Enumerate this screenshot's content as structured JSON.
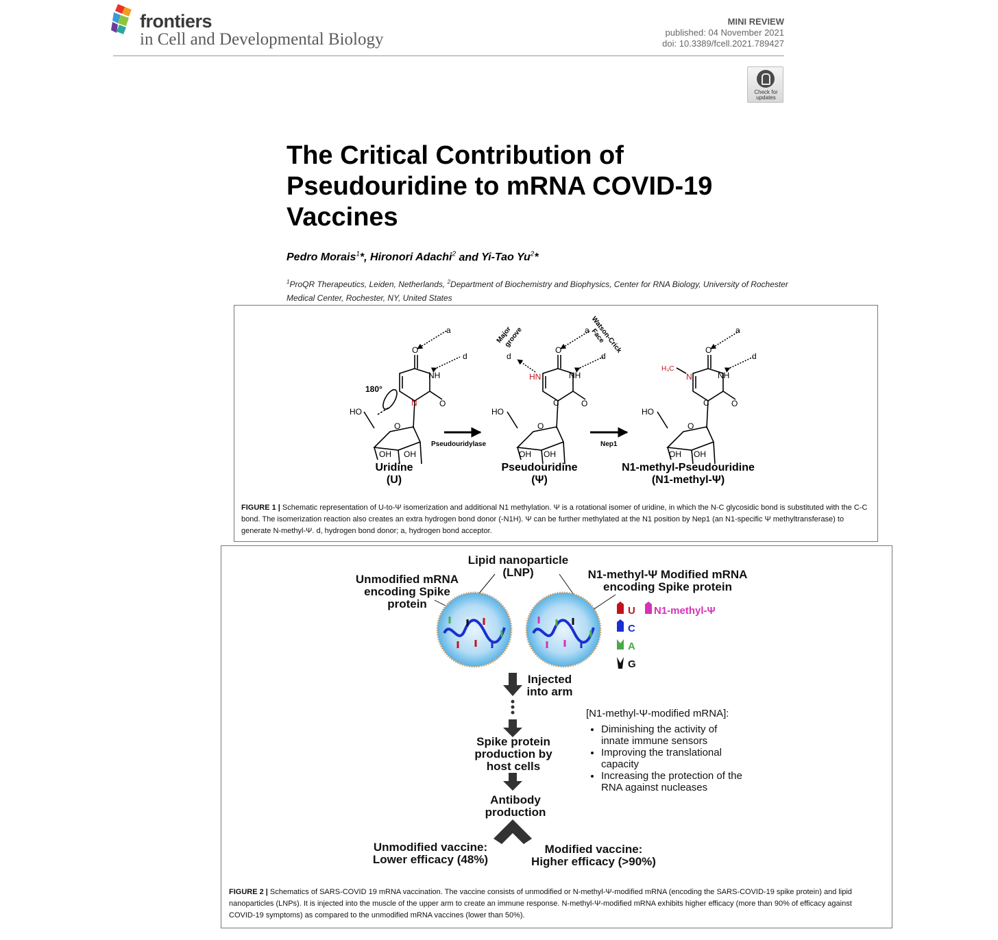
{
  "header": {
    "brand": "frontiers",
    "journal": "in Cell and Developmental Biology",
    "article_type": "MINI REVIEW",
    "published": "published: 04 November 2021",
    "doi": "doi: 10.3389/fcell.2021.789427",
    "check_line1": "Check for",
    "check_line2": "updates"
  },
  "article": {
    "title": "The Critical Contribution of Pseudouridine to mRNA COVID-19 Vaccines",
    "authors": [
      {
        "name": "Pedro Morais",
        "sup": "1",
        "mark": "*"
      },
      {
        "name": "Hironori Adachi",
        "sup": "2",
        "mark": ""
      },
      {
        "name": "Yi-Tao Yu",
        "sup": "2",
        "mark": "*"
      }
    ],
    "author_sep": ", ",
    "author_and": " and ",
    "affiliations": [
      {
        "sup": "1",
        "text": "ProQR Therapeutics, Leiden, Netherlands, "
      },
      {
        "sup": "2",
        "text": "Department of Biochemistry and Biophysics, Center for RNA Biology, University of Rochester Medical Center, Rochester, NY, United States"
      }
    ]
  },
  "figure1": {
    "molecules": [
      {
        "name": "Uridine",
        "abbr": "(U)"
      },
      {
        "name": "Pseudouridine",
        "abbr": "(Ψ)"
      },
      {
        "name": "N1-methyl-Pseudouridine",
        "abbr": "(N1-methyl-Ψ)"
      }
    ],
    "enzyme1": "Pseudouridylase",
    "enzyme2": "Nep1",
    "major_groove": "Major groove",
    "major_l1": "Major",
    "major_l2": "groove",
    "wc_l1": "Watson-Crick",
    "wc_l2": "Face",
    "rotation": "180°",
    "atoms": {
      "O": "O",
      "NH": "NH",
      "N": "N",
      "HN": "HN",
      "HO": "HO",
      "OH": "OH",
      "a": "a",
      "d": "d",
      "H3C": "H₃C",
      "C": "C"
    },
    "caption_label": "FIGURE 1 |",
    "caption": " Schematic representation of U-to-Ψ isomerization and additional N1 methylation. Ψ is a rotational isomer of uridine, in which the N-C glycosidic bond is substituted with the C-C bond. The isomerization reaction also creates an extra hydrogen bond donor (-N1H). Ψ can be further methylated at the N1 position by Nep1 (an N1-specific Ψ methyltransferase) to generate N-methyl-Ψ. d, hydrogen bond donor; a, hydrogen bond acceptor."
  },
  "figure2": {
    "lnp_l1": "Lipid nanoparticle",
    "lnp_l2": "(LNP)",
    "unmod_l1": "Unmodified mRNA",
    "unmod_l2": "encoding Spike",
    "unmod_l3": "protein",
    "mod_l1": "N1-methyl-Ψ Modified mRNA",
    "mod_l2": "encoding Spike protein",
    "legend": [
      {
        "label": "U",
        "color": "#c0141c"
      },
      {
        "label": "N1-methyl-Ψ",
        "color": "#d631b8"
      },
      {
        "label": "C",
        "color": "#1a2fd0"
      },
      {
        "label": "A",
        "color": "#4aa84a"
      },
      {
        "label": "G",
        "color": "#111111"
      }
    ],
    "inj_l1": "Injected",
    "inj_l2": "into arm",
    "spike_l1": "Spike protein",
    "spike_l2": "production by",
    "spike_l3": "host cells",
    "anti_l1": "Antibody",
    "anti_l2": "production",
    "unvac_l1": "Unmodified vaccine:",
    "unvac_l2": "Lower efficacy (48%)",
    "modvac_l1": "Modified vaccine:",
    "modvac_l2": "Higher efficacy (>90%)",
    "bullet_head": "[N1-methyl-Ψ-modified mRNA]:",
    "bullets": [
      {
        "l1": "Diminishing the activity of",
        "l2": "innate immune sensors"
      },
      {
        "l1": "Improving the translational",
        "l2": "capacity"
      },
      {
        "l1": "Increasing the protection of the",
        "l2": "RNA against nucleases"
      }
    ],
    "caption_label": "FIGURE 2 |",
    "caption": " Schematics of SARS-COVID 19 mRNA vaccination. The vaccine consists of unmodified or N-methyl-Ψ-modified mRNA (encoding the SARS-COVID-19 spike protein) and lipid nanoparticles (LNPs). It is injected into the muscle of the upper arm to create an immune response. N-methyl-Ψ-modified mRNA exhibits higher efficacy (more than 90% of efficacy against COVID-19 symptoms) as compared to the unmodified mRNA vaccines (lower than 50%)."
  }
}
